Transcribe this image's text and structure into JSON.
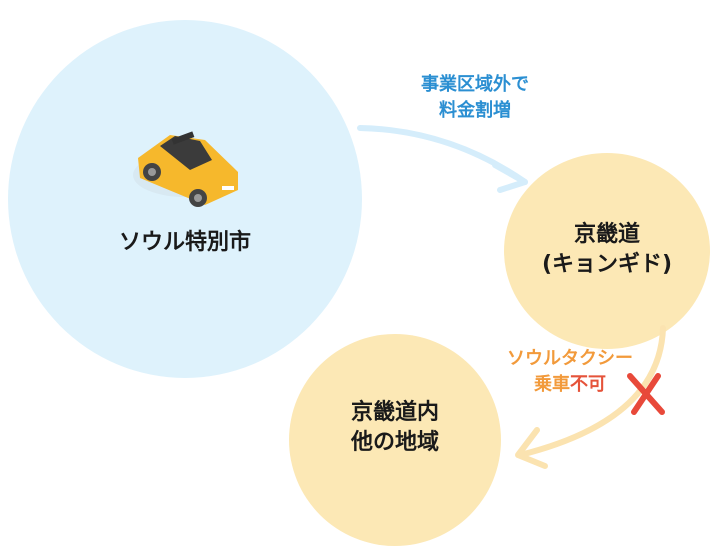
{
  "regions": {
    "seoul": "ソウル特別市",
    "gyeonggi_line1": "京畿道",
    "gyeonggi_line2": "(キョンギド)",
    "other_line1": "京畿道内",
    "other_line2": "他の地域"
  },
  "notes": {
    "surcharge_line1": "事業区域外で",
    "surcharge_line2": "料金割増",
    "no_ride_line1": "ソウルタクシー",
    "no_ride_line2a": "乗車",
    "no_ride_line2b": "不可"
  },
  "colors": {
    "blue_text": "#2b8fd2",
    "orange_text": "#f29a3b",
    "red_text": "#e5533a",
    "cross": "#e8493a"
  }
}
